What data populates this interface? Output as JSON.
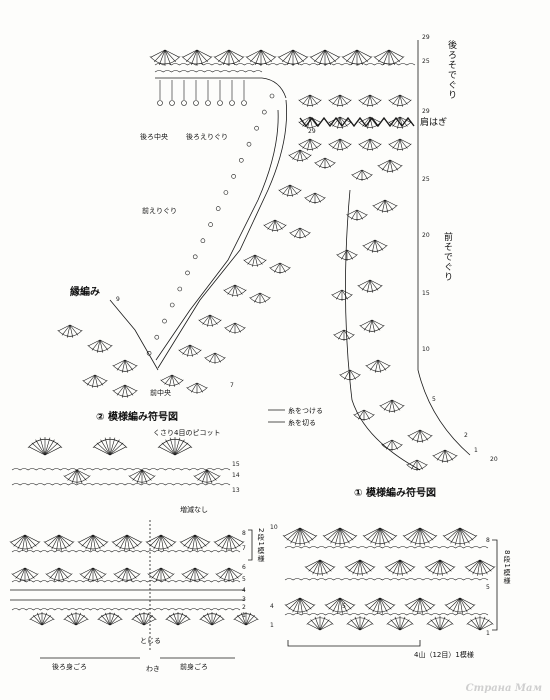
{
  "labels": {
    "back_sleeve": "後ろそでぐり",
    "shoulder_seam": "肩はぎ",
    "back_center": "後ろ中央",
    "back_neck": "後ろえりぐり",
    "front_neck": "前えりぐり",
    "edging": "縁編み",
    "front_center": "前中央",
    "front_sleeve": "前そでぐり",
    "pattern2_title": "② 模様編み符号図",
    "picot_note": "くさり4目のピコット",
    "attach_yarn": "糸をつける",
    "cut_yarn": "糸を切る",
    "pattern1_title": "① 模様編み符号図",
    "no_inc_dec": "増減なし",
    "repeat_2row": "2段1模様",
    "repeat_8row": "8段1模様",
    "close": "とじる",
    "side": "わき",
    "back_body": "後ろ身ごろ",
    "front_body": "前身ごろ",
    "repeat_4": "4山（12目）1模様",
    "watermark": "Страна Мам"
  },
  "row_numbers": {
    "right_column": [
      "29",
      "25",
      "29",
      "29",
      "25",
      "20",
      "15",
      "10",
      "5"
    ],
    "right_side": [
      "2",
      "1",
      "20"
    ],
    "left_edge": [
      "9",
      "7"
    ],
    "p2": [
      "15",
      "14",
      "13"
    ],
    "lower_left": [
      "8",
      "7",
      "6",
      "5",
      "4",
      "3",
      "2",
      "1"
    ],
    "lower_right_right": [
      "8",
      "5",
      "1"
    ],
    "lower_right_left": [
      "10",
      "4",
      "5",
      "1"
    ]
  },
  "colors": {
    "ink": "#1a1a1a",
    "paper": "#fdfdfb",
    "watermark": "#cfcfcf"
  }
}
